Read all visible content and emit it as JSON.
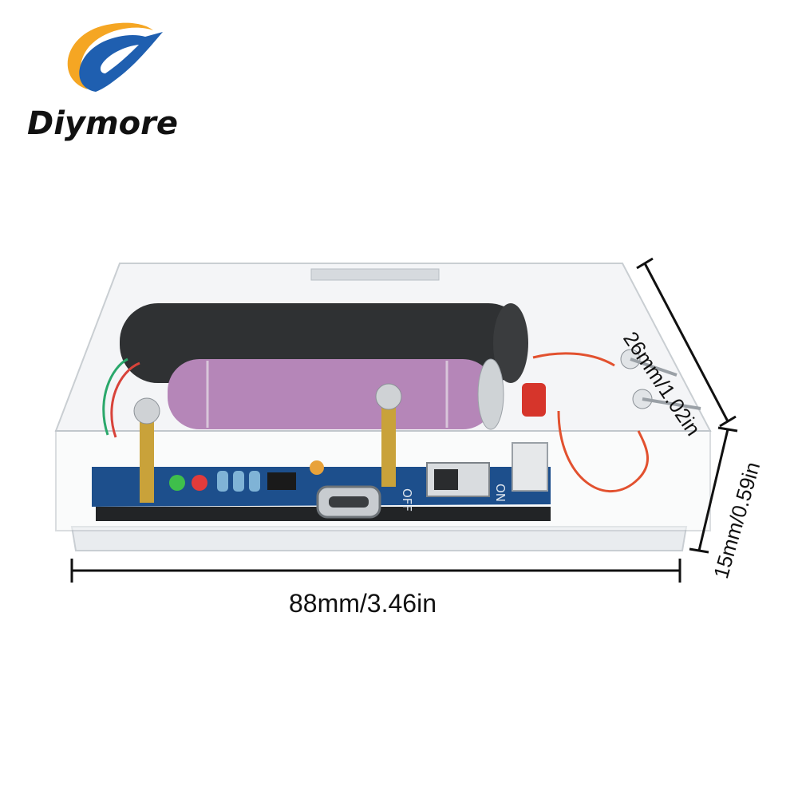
{
  "brand": {
    "name": "Diymore",
    "logo_icon": "diymore-swoosh-logo",
    "colors": {
      "blue": "#1f5fb0",
      "orange": "#f5a623",
      "text": "#111111"
    }
  },
  "product": {
    "icon": "acrylic-enclosure-with-battery-and-pcb",
    "pcb_labels": {
      "off": "OFF",
      "on": "ON"
    }
  },
  "dimensions": {
    "width": "88mm/3.46in",
    "depth": "26mm/1.02in",
    "height": "15mm/0.59in"
  }
}
